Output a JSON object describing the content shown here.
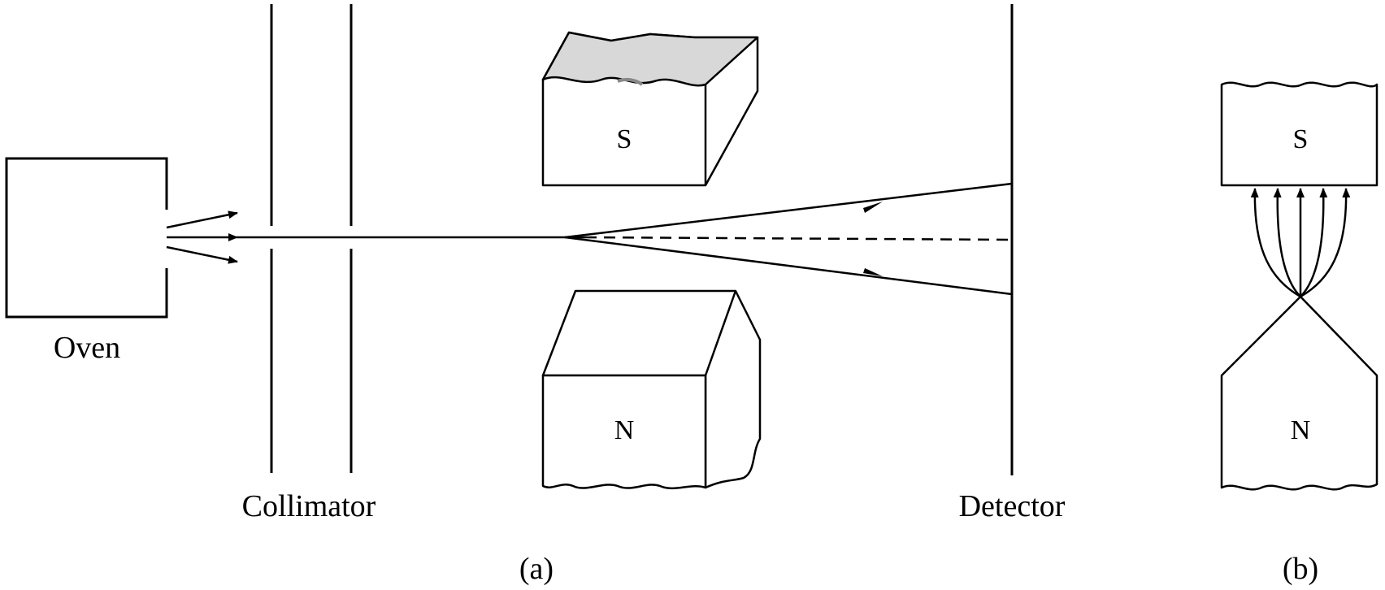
{
  "labels": {
    "oven": "Oven",
    "collimator": "Collimator",
    "detector": "Detector",
    "panel_a": "(a)",
    "panel_b": "(b)",
    "magnet_a_top": "S",
    "magnet_a_bottom": "N",
    "magnet_b_top": "S",
    "magnet_b_bottom": "N"
  },
  "colors": {
    "ink": "#000000",
    "shaded_face": "#d8d8d8",
    "background": "#ffffff"
  }
}
